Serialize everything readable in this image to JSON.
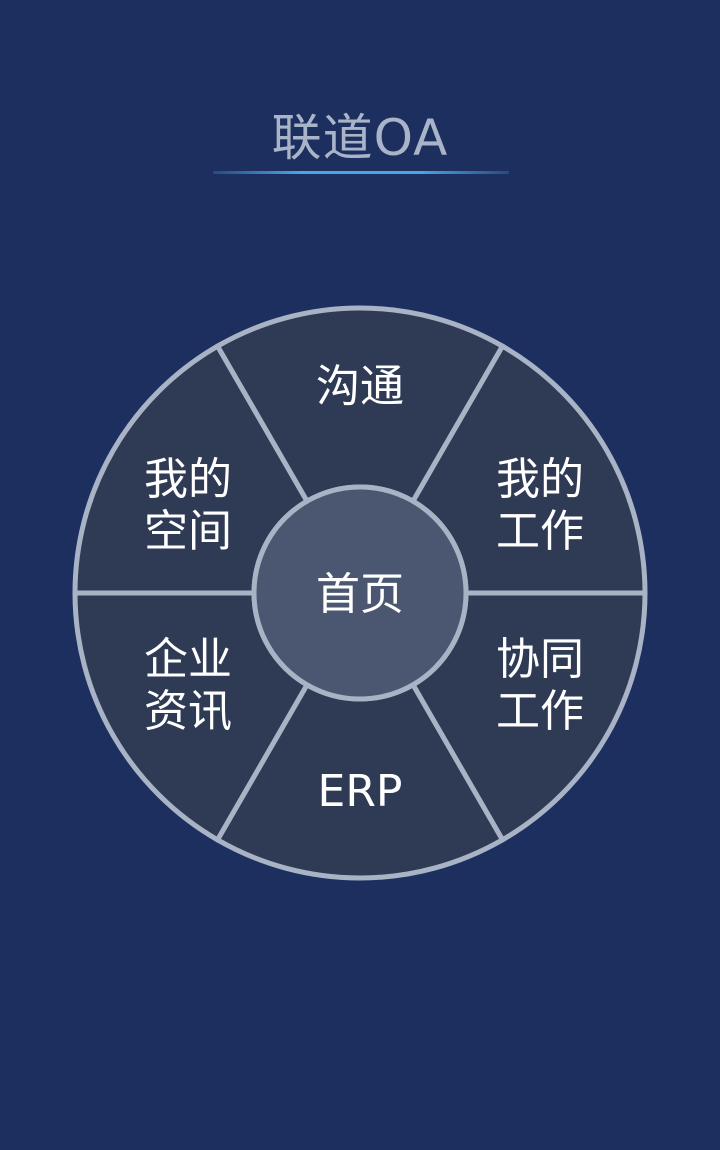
{
  "app": {
    "title": "联道OA"
  },
  "menu": {
    "center": {
      "label": "首页"
    },
    "segments": [
      {
        "id": "communication",
        "lines": [
          "沟通"
        ]
      },
      {
        "id": "my-work",
        "lines": [
          "我的",
          "工作"
        ]
      },
      {
        "id": "collaboration",
        "lines": [
          "协同",
          "工作"
        ]
      },
      {
        "id": "erp",
        "lines": [
          "ERP"
        ]
      },
      {
        "id": "enterprise-news",
        "lines": [
          "企业",
          "资讯"
        ]
      },
      {
        "id": "my-space",
        "lines": [
          "我的",
          "空间"
        ]
      }
    ]
  },
  "colors": {
    "background": "#1c2f5e",
    "segment": "#2f3a55",
    "center": "#4b5670",
    "border": "#a9b3c6",
    "accent_line": "#49a6e6"
  }
}
